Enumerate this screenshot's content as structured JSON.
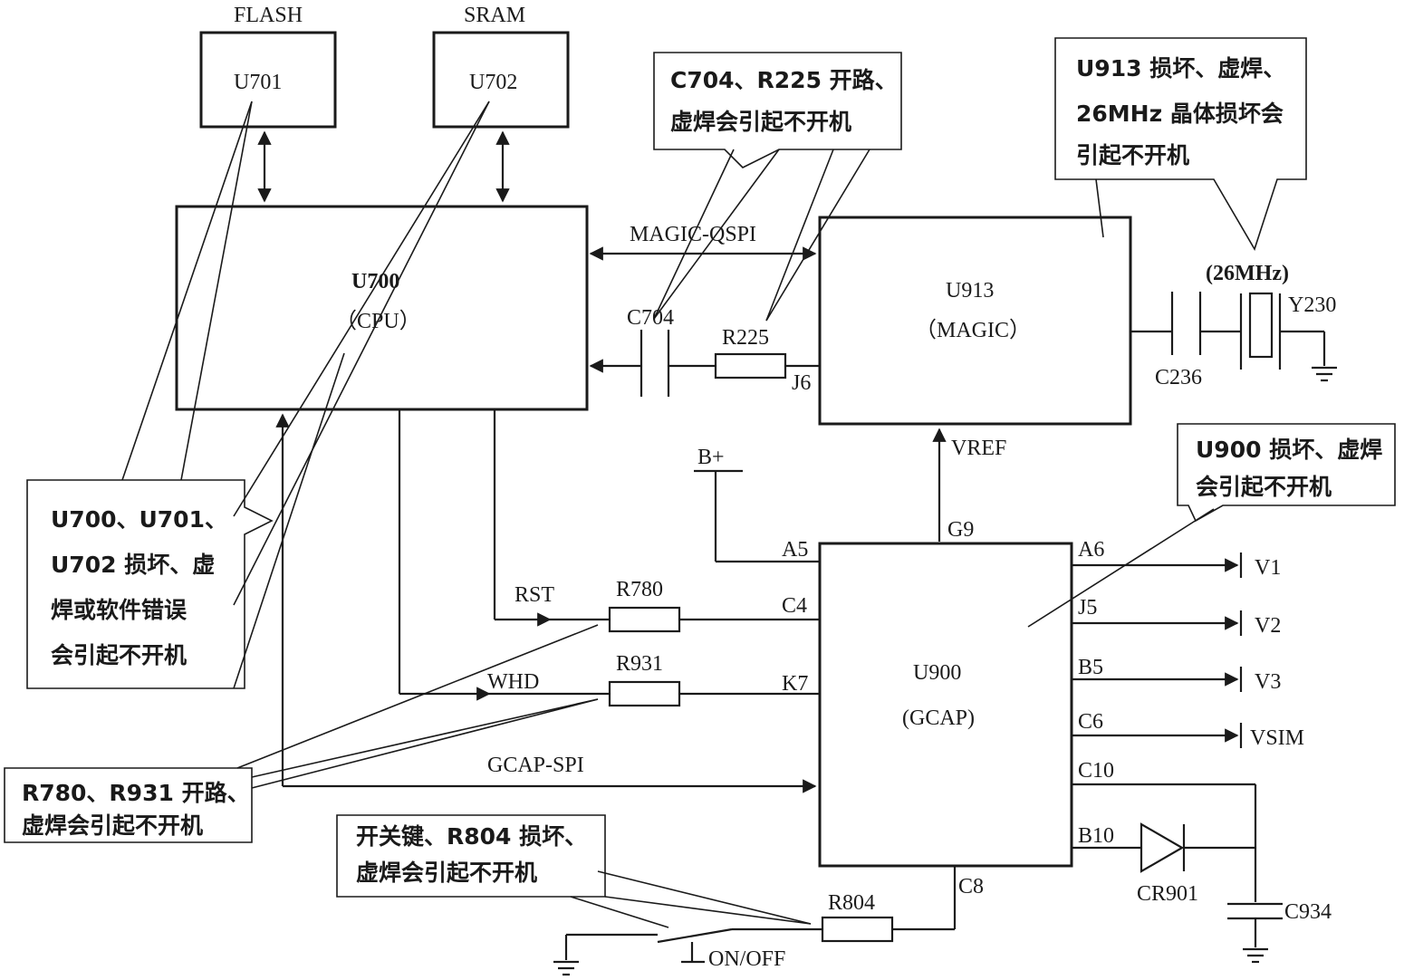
{
  "chips": {
    "flash": {
      "top_label": "FLASH",
      "ref": "U701"
    },
    "sram": {
      "top_label": "SRAM",
      "ref": "U702"
    },
    "cpu": {
      "ref": "U700",
      "desc": "（CPU）"
    },
    "magic": {
      "ref": "U913",
      "desc": "（MAGIC）"
    },
    "gcap": {
      "ref": "U900",
      "desc": "(GCAP)"
    }
  },
  "signals": {
    "magic_qspi": "MAGIC-QSPI",
    "gcap_spi": "GCAP-SPI",
    "rst": "RST",
    "whd": "WHD",
    "vref": "VREF",
    "bplus": "B+",
    "onoff": "ON/OFF"
  },
  "components": {
    "c704": "C704",
    "r225": "R225",
    "j6": "J6",
    "r780": "R780",
    "r931": "R931",
    "r804": "R804",
    "c236": "C236",
    "y230": "Y230",
    "freq": "(26MHz)",
    "cr901": "CR901",
    "c934": "C934"
  },
  "pins": {
    "g9": "G9",
    "a5": "A5",
    "c4": "C4",
    "k7": "K7",
    "c8": "C8",
    "a6": "A6",
    "j5": "J5",
    "b5": "B5",
    "c6": "C6",
    "c10": "C10",
    "b10": "B10"
  },
  "outputs": {
    "v1": "V1",
    "v2": "V2",
    "v3": "V3",
    "vsim": "VSIM"
  },
  "notes": {
    "cpu_mem": [
      "U700、U701、",
      "U702 损坏、虚",
      "焊或软件错误",
      "会引起不开机"
    ],
    "c704_r225": [
      "C704、R225 开路、",
      "虚焊会引起不开机"
    ],
    "u913": [
      "U913 损坏、虚焊、",
      "26MHz 晶体损坏会",
      "引起不开机"
    ],
    "u900": [
      "U900 损坏、虚焊",
      "会引起不开机"
    ],
    "r780_r931": [
      "R780、R931 开路、",
      "虚焊会引起不开机"
    ],
    "switch": [
      "开关键、R804 损坏、",
      "虚焊会引起不开机"
    ]
  }
}
